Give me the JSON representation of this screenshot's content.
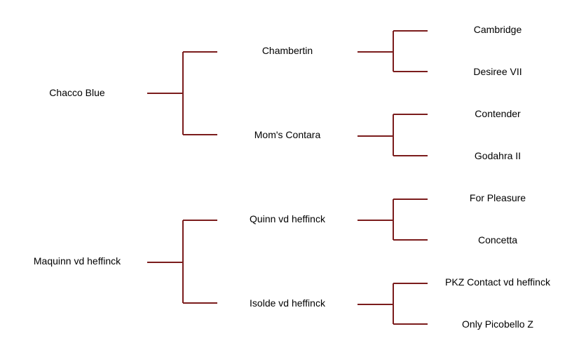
{
  "colors": {
    "line": "#7b1c1c",
    "background": "#ffffff",
    "text": "#000000"
  },
  "pedigree": {
    "generation1": [
      "Chacco Blue",
      "Maquinn vd heffinck"
    ],
    "generation2": [
      "Chambertin",
      "Mom's Contara",
      "Quinn vd heffinck",
      "Isolde vd heffinck"
    ],
    "generation3": [
      "Cambridge",
      "Desiree VII",
      "Contender",
      "Godahra II",
      "For Pleasure",
      "Concetta",
      "PKZ Contact vd heffinck",
      "Only Picobello Z"
    ]
  }
}
